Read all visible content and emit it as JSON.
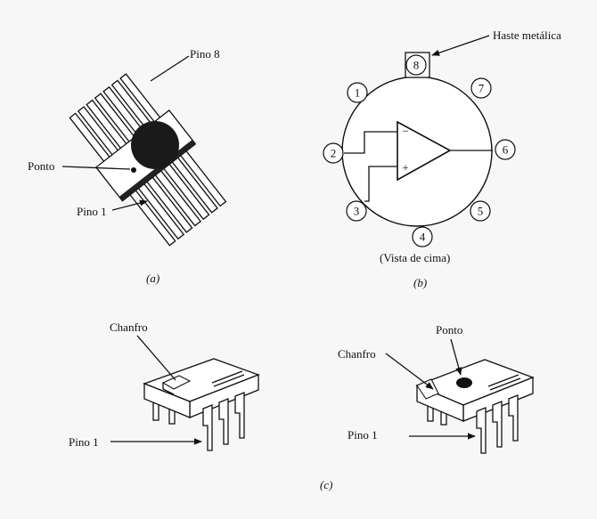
{
  "panel_a": {
    "caption": "(a)",
    "label_pin8": "Pino 8",
    "label_dot": "Ponto",
    "label_pin1": "Pino 1"
  },
  "panel_b": {
    "caption": "(b)",
    "label_tab": "Haste metálica",
    "label_view": "(Vista de cima)",
    "pins": [
      "1",
      "2",
      "3",
      "4",
      "5",
      "6",
      "7",
      "8"
    ],
    "minus": "−",
    "plus": "+"
  },
  "panel_c": {
    "caption": "(c)",
    "left_notch": "Chanfro",
    "left_pin1": "Pino 1",
    "right_dot": "Ponto",
    "right_notch": "Chanfro",
    "right_pin1": "Pino 1"
  }
}
